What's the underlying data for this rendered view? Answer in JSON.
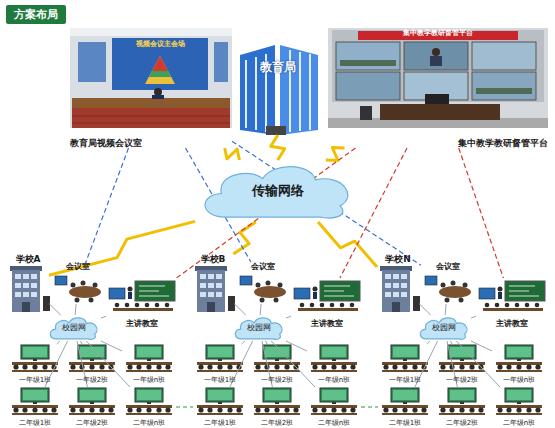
{
  "diagram": {
    "title": "方案布局",
    "nodes": [
      {
        "text": [
          "教育局视频会议室"
        ]
      },
      {
        "text": [
          "教育局"
        ]
      },
      {
        "text": [
          "集中教学教研督管平台"
        ]
      },
      {
        "text": [
          "传输网络"
        ]
      },
      {
        "text": [
          "学校A"
        ]
      },
      {
        "text": [
          "会议室"
        ]
      },
      {
        "text": [
          "主讲教室"
        ]
      },
      {
        "text": [
          "校园网"
        ]
      },
      {
        "text": [
          "一年级1班"
        ]
      },
      {
        "text": [
          "一年级2班"
        ]
      },
      {
        "text": [
          "一年级n班"
        ]
      },
      {
        "text": [
          "二年级1班"
        ]
      },
      {
        "text": [
          "二年级2班"
        ]
      },
      {
        "text": [
          "二年级n班"
        ]
      },
      {
        "text": [
          "学校B"
        ]
      },
      {
        "text": [
          "会议室"
        ]
      },
      {
        "text": [
          "主讲教室"
        ]
      },
      {
        "text": [
          "校园网"
        ]
      },
      {
        "text": [
          "一年级1班"
        ]
      },
      {
        "text": [
          "一年级2班"
        ]
      },
      {
        "text": [
          "一年级n班"
        ]
      },
      {
        "text": [
          "二年级1班"
        ]
      },
      {
        "text": [
          "二年级2班"
        ]
      },
      {
        "text": [
          "二年级n班"
        ]
      },
      {
        "text": [
          "学校N"
        ]
      },
      {
        "text": [
          "会议室"
        ]
      },
      {
        "text": [
          "主讲教室"
        ]
      },
      {
        "text": [
          "校园网"
        ]
      },
      {
        "text": [
          "一年级1班"
        ]
      },
      {
        "text": [
          "一年级2班"
        ]
      },
      {
        "text": [
          "一年级n班"
        ]
      },
      {
        "text": [
          "二年级1班"
        ]
      },
      {
        "text": [
          "二年级2班"
        ]
      },
      {
        "text": [
          "二年级n班"
        ]
      }
    ],
    "edges": [
      {
        "from": 0,
        "to": 3,
        "arrow": "none"
      },
      {
        "from": 1,
        "to": 3,
        "arrow": "none"
      },
      {
        "from": 2,
        "to": 3,
        "arrow": "none"
      },
      {
        "from": 3,
        "to": 4,
        "arrow": "none"
      },
      {
        "from": 3,
        "to": 14,
        "arrow": "none"
      },
      {
        "from": 3,
        "to": 24,
        "arrow": "none"
      },
      {
        "from": 0,
        "to": 5,
        "arrow": "none"
      },
      {
        "from": 0,
        "to": 15,
        "arrow": "none"
      },
      {
        "from": 0,
        "to": 25,
        "arrow": "none"
      },
      {
        "from": 2,
        "to": 6,
        "arrow": "none"
      },
      {
        "from": 2,
        "to": 16,
        "arrow": "none"
      },
      {
        "from": 2,
        "to": 26,
        "arrow": "none"
      },
      {
        "from": 4,
        "to": 7,
        "arrow": "none"
      },
      {
        "from": 7,
        "to": 5,
        "arrow": "none"
      },
      {
        "from": 7,
        "to": 6,
        "arrow": "none"
      },
      {
        "from": 7,
        "to": 8,
        "arrow": "none"
      },
      {
        "from": 7,
        "to": 9,
        "arrow": "none"
      },
      {
        "from": 7,
        "to": 10,
        "arrow": "none"
      },
      {
        "from": 7,
        "to": 11,
        "arrow": "none"
      },
      {
        "from": 7,
        "to": 12,
        "arrow": "none"
      },
      {
        "from": 7,
        "to": 13,
        "arrow": "none"
      },
      {
        "from": 14,
        "to": 17,
        "arrow": "none"
      },
      {
        "from": 17,
        "to": 15,
        "arrow": "none"
      },
      {
        "from": 17,
        "to": 16,
        "arrow": "none"
      },
      {
        "from": 17,
        "to": 18,
        "arrow": "none"
      },
      {
        "from": 17,
        "to": 19,
        "arrow": "none"
      },
      {
        "from": 17,
        "to": 20,
        "arrow": "none"
      },
      {
        "from": 17,
        "to": 21,
        "arrow": "none"
      },
      {
        "from": 17,
        "to": 22,
        "arrow": "none"
      },
      {
        "from": 17,
        "to": 23,
        "arrow": "none"
      },
      {
        "from": 24,
        "to": 27,
        "arrow": "none"
      },
      {
        "from": 27,
        "to": 25,
        "arrow": "none"
      },
      {
        "from": 27,
        "to": 26,
        "arrow": "none"
      },
      {
        "from": 27,
        "to": 28,
        "arrow": "none"
      },
      {
        "from": 27,
        "to": 29,
        "arrow": "none"
      },
      {
        "from": 27,
        "to": 30,
        "arrow": "none"
      },
      {
        "from": 27,
        "to": 31,
        "arrow": "none"
      },
      {
        "from": 27,
        "to": 32,
        "arrow": "none"
      },
      {
        "from": 27,
        "to": 33,
        "arrow": "none"
      },
      {
        "from": 13,
        "to": 21,
        "arrow": "none"
      },
      {
        "from": 23,
        "to": 31,
        "arrow": "none"
      }
    ],
    "labels": [
      "视频会议主会场",
      "集中教学教研督管平台"
    ]
  }
}
